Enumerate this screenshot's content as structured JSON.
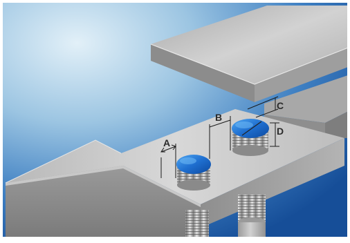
{
  "labels": {
    "a": "A",
    "b": "B",
    "c": "C",
    "d": "D"
  },
  "colors": {
    "background_light": "#dcecf6",
    "background_dark": "#1b57a0",
    "sensor_face": "#1f6fd0",
    "metal_light": "#d6d6d6",
    "metal_mid": "#a6a6a6",
    "metal_dark": "#6e6e6e"
  },
  "icons": [
    "inductive-proximity-sensor",
    "steel-bar",
    "dimension-line"
  ]
}
